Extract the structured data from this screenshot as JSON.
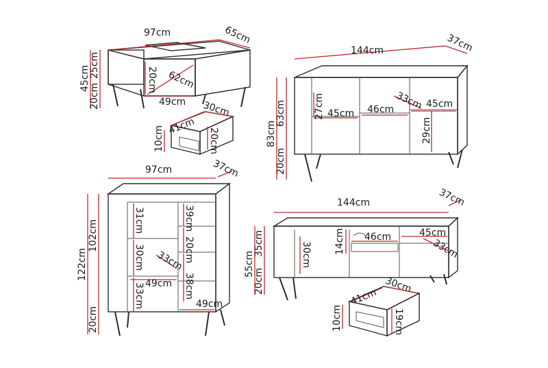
{
  "colors": {
    "dimension_line": "#c0272d",
    "outline": "#2b2b2b",
    "background": "#ffffff"
  },
  "coffee_table": {
    "width": "97cm",
    "depth": "65cm",
    "height": "45cm",
    "top_height": "25cm",
    "leg_height": "20cm",
    "inner_height": "20cm",
    "inner_width": "62cm",
    "inner_depth": "49cm",
    "drawer": {
      "width": "41cm",
      "depth": "30cm",
      "height": "10cm",
      "inner_height": "20cm"
    }
  },
  "sideboard": {
    "width": "144cm",
    "depth": "37cm",
    "height": "83cm",
    "body_height": "63cm",
    "leg_height": "20cm",
    "shelf_height_left": "27cm",
    "compartment_left": "45cm",
    "compartment_middle": "46cm",
    "compartment_right": "45cm",
    "shelf_depth": "33cm",
    "shelf_height_right": "29cm"
  },
  "highboard": {
    "width": "97cm",
    "depth": "37cm",
    "height": "122cm",
    "body_height": "102cm",
    "leg_height": "20cm",
    "left_top": "31cm",
    "left_middle": "30cm",
    "left_bottom": "33cm",
    "right_top": "39cm",
    "right_middle": "20cm",
    "right_bottom": "38cm",
    "shelf_depth": "33cm",
    "left_width": "49cm",
    "right_width": "49cm"
  },
  "tv_bench": {
    "width": "144cm",
    "depth": "37cm",
    "height": "55cm",
    "body_height": "35cm",
    "leg_height": "20cm",
    "left_height": "30cm",
    "middle_height": "14cm",
    "middle_width": "46cm",
    "right_width": "45cm",
    "shelf_depth": "33cm",
    "drawer": {
      "width": "41cm",
      "depth": "30cm",
      "height": "10cm",
      "inner_height": "19cm"
    }
  }
}
